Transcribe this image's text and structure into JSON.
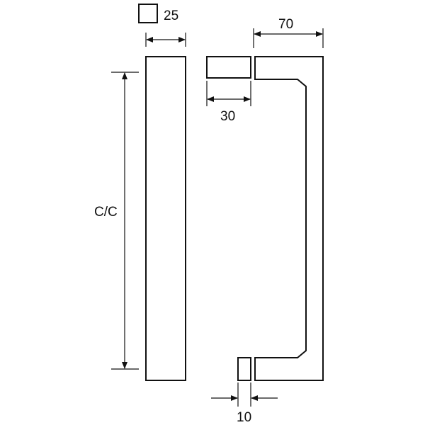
{
  "labels": {
    "square_size": "25",
    "width_overall": "70",
    "bar_depth": "30",
    "center_to_center": "C/C",
    "gap": "10"
  },
  "colors": {
    "line": "#111111",
    "background": "#ffffff"
  }
}
